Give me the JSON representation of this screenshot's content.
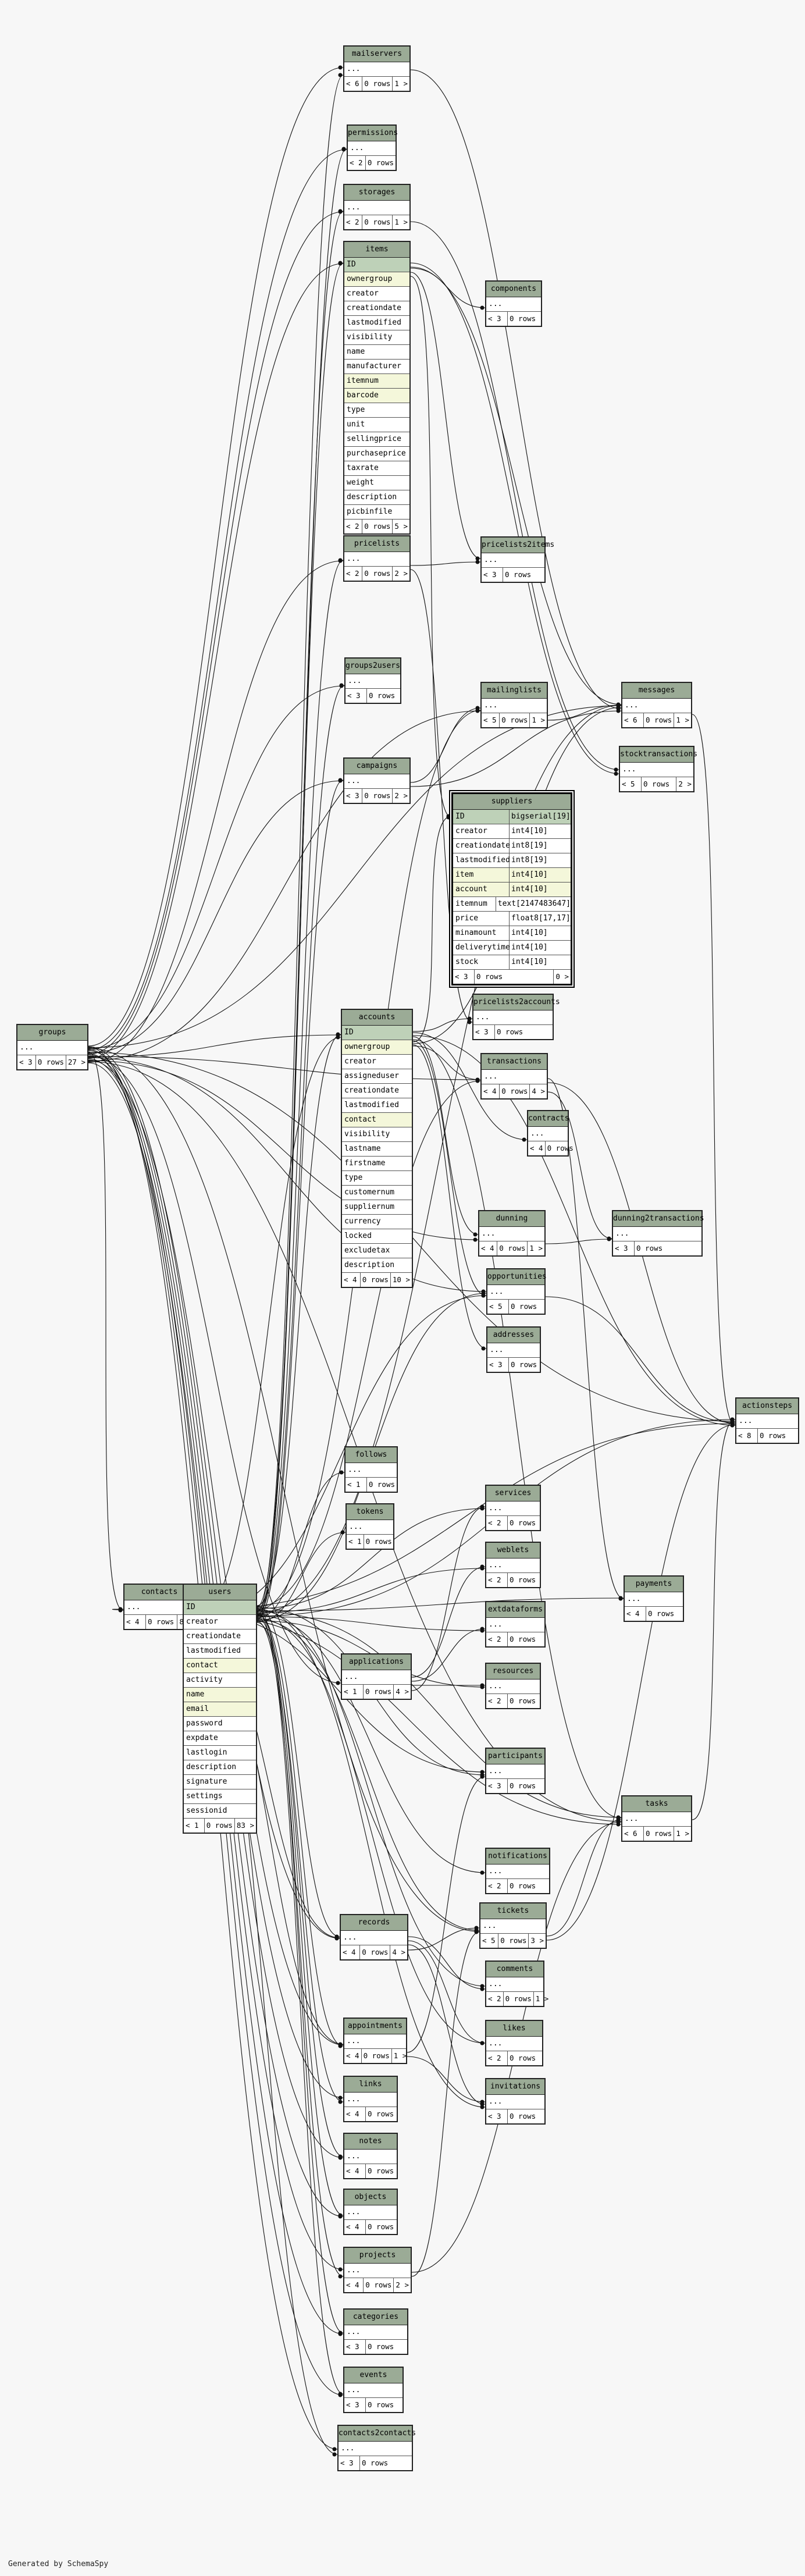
{
  "footer": "Generated by SchemaSpy",
  "tables": {
    "mailservers": {
      "name": "mailservers",
      "rows": [
        "..."
      ],
      "ftr": [
        "< 6",
        "0 rows",
        "1 >"
      ]
    },
    "permissions": {
      "name": "permissions",
      "rows": [
        "..."
      ],
      "ftr": [
        "< 2",
        "0 rows"
      ]
    },
    "storages": {
      "name": "storages",
      "rows": [
        "..."
      ],
      "ftr": [
        "< 2",
        "0 rows",
        "1 >"
      ]
    },
    "items": {
      "name": "items",
      "rows": [
        "ID",
        "ownergroup",
        "creator",
        "creationdate",
        "lastmodified",
        "visibility",
        "name",
        "manufacturer",
        "itemnum",
        "barcode",
        "type",
        "unit",
        "sellingprice",
        "purchaseprice",
        "taxrate",
        "weight",
        "description",
        "picbinfile"
      ],
      "ftr": [
        "< 2",
        "0 rows",
        "5 >"
      ]
    },
    "components": {
      "name": "components",
      "rows": [
        "..."
      ],
      "ftr": [
        "< 3",
        "0 rows"
      ]
    },
    "pricelists": {
      "name": "pricelists",
      "rows": [
        "..."
      ],
      "ftr": [
        "< 2",
        "0 rows",
        "2 >"
      ]
    },
    "pricelists2items": {
      "name": "pricelists2items",
      "rows": [
        "..."
      ],
      "ftr": [
        "< 3",
        "0 rows"
      ]
    },
    "groups2users": {
      "name": "groups2users",
      "rows": [
        "..."
      ],
      "ftr": [
        "< 3",
        "0 rows"
      ]
    },
    "mailinglists": {
      "name": "mailinglists",
      "rows": [
        "..."
      ],
      "ftr": [
        "< 5",
        "0 rows",
        "1 >"
      ]
    },
    "messages": {
      "name": "messages",
      "rows": [
        "..."
      ],
      "ftr": [
        "< 6",
        "0 rows",
        "1 >"
      ]
    },
    "campaigns": {
      "name": "campaigns",
      "rows": [
        "..."
      ],
      "ftr": [
        "< 3",
        "0 rows",
        "2 >"
      ]
    },
    "stocktransactions": {
      "name": "stocktransactions",
      "rows": [
        "..."
      ],
      "ftr": [
        "< 5",
        "0 rows",
        "2 >"
      ]
    },
    "suppliers": {
      "name": "suppliers",
      "rows": [
        [
          "ID",
          "bigserial[19]"
        ],
        [
          "creator",
          "int4[10]"
        ],
        [
          "creationdate",
          "int8[19]"
        ],
        [
          "lastmodified",
          "int8[19]"
        ],
        [
          "item",
          "int4[10]"
        ],
        [
          "account",
          "int4[10]"
        ],
        [
          "itemnum",
          "text[2147483647]"
        ],
        [
          "price",
          "float8[17,17]"
        ],
        [
          "minamount",
          "int4[10]"
        ],
        [
          "deliverytime",
          "int4[10]"
        ],
        [
          "stock",
          "int4[10]"
        ]
      ],
      "ftr": [
        "< 3",
        "0 rows",
        "0 >"
      ]
    },
    "groups": {
      "name": "groups",
      "rows": [
        "..."
      ],
      "ftr": [
        "< 3",
        "0 rows",
        "27 >"
      ]
    },
    "pricelists2accounts": {
      "name": "pricelists2accounts",
      "rows": [
        "..."
      ],
      "ftr": [
        "< 3",
        "0 rows"
      ]
    },
    "accounts": {
      "name": "accounts",
      "rows": [
        "ID",
        "ownergroup",
        "creator",
        "assigneduser",
        "creationdate",
        "lastmodified",
        "contact",
        "visibility",
        "lastname",
        "firstname",
        "type",
        "customernum",
        "suppliernum",
        "currency",
        "locked",
        "excludetax",
        "description"
      ],
      "ftr": [
        "< 4",
        "0 rows",
        "10 >"
      ]
    },
    "transactions": {
      "name": "transactions",
      "rows": [
        "..."
      ],
      "ftr": [
        "< 4",
        "0 rows",
        "4 >"
      ]
    },
    "contracts": {
      "name": "contracts",
      "rows": [
        "..."
      ],
      "ftr": [
        "< 4",
        "0 rows"
      ]
    },
    "dunning": {
      "name": "dunning",
      "rows": [
        "..."
      ],
      "ftr": [
        "< 4",
        "0 rows",
        "1 >"
      ]
    },
    "dunning2transactions": {
      "name": "dunning2transactions",
      "rows": [
        "..."
      ],
      "ftr": [
        "< 3",
        "0 rows"
      ]
    },
    "opportunities": {
      "name": "opportunities",
      "rows": [
        "..."
      ],
      "ftr": [
        "< 5",
        "0 rows"
      ]
    },
    "addresses": {
      "name": "addresses",
      "rows": [
        "..."
      ],
      "ftr": [
        "< 3",
        "0 rows"
      ]
    },
    "actionsteps": {
      "name": "actionsteps",
      "rows": [
        "..."
      ],
      "ftr": [
        "< 8",
        "0 rows"
      ]
    },
    "follows": {
      "name": "follows",
      "rows": [
        "..."
      ],
      "ftr": [
        "< 1",
        "0 rows"
      ]
    },
    "services": {
      "name": "services",
      "rows": [
        "..."
      ],
      "ftr": [
        "< 2",
        "0 rows"
      ]
    },
    "tokens": {
      "name": "tokens",
      "rows": [
        "..."
      ],
      "ftr": [
        "< 1",
        "0 rows"
      ]
    },
    "weblets": {
      "name": "weblets",
      "rows": [
        "..."
      ],
      "ftr": [
        "< 2",
        "0 rows"
      ]
    },
    "contacts": {
      "name": "contacts",
      "rows": [
        "..."
      ],
      "ftr": [
        "< 4",
        "0 rows",
        "8 >"
      ]
    },
    "users": {
      "name": "users",
      "rows": [
        "ID",
        "creator",
        "creationdate",
        "lastmodified",
        "contact",
        "activity",
        "name",
        "email",
        "password",
        "expdate",
        "lastlogin",
        "description",
        "signature",
        "settings",
        "sessionid"
      ],
      "ftr": [
        "< 1",
        "0 rows",
        "83 >"
      ]
    },
    "payments": {
      "name": "payments",
      "rows": [
        "..."
      ],
      "ftr": [
        "< 4",
        "0 rows"
      ]
    },
    "extdataforms": {
      "name": "extdataforms",
      "rows": [
        "..."
      ],
      "ftr": [
        "< 2",
        "0 rows"
      ]
    },
    "applications": {
      "name": "applications",
      "rows": [
        "..."
      ],
      "ftr": [
        "< 1",
        "0 rows",
        "4 >"
      ]
    },
    "resources": {
      "name": "resources",
      "rows": [
        "..."
      ],
      "ftr": [
        "< 2",
        "0 rows"
      ]
    },
    "participants": {
      "name": "participants",
      "rows": [
        "..."
      ],
      "ftr": [
        "< 3",
        "0 rows"
      ]
    },
    "tasks": {
      "name": "tasks",
      "rows": [
        "..."
      ],
      "ftr": [
        "< 6",
        "0 rows",
        "1 >"
      ]
    },
    "notifications": {
      "name": "notifications",
      "rows": [
        "..."
      ],
      "ftr": [
        "< 2",
        "0 rows"
      ]
    },
    "tickets": {
      "name": "tickets",
      "rows": [
        "..."
      ],
      "ftr": [
        "< 5",
        "0 rows",
        "3 >"
      ]
    },
    "records": {
      "name": "records",
      "rows": [
        "..."
      ],
      "ftr": [
        "< 4",
        "0 rows",
        "4 >"
      ]
    },
    "comments": {
      "name": "comments",
      "rows": [
        "..."
      ],
      "ftr": [
        "< 2",
        "0 rows",
        "1 >"
      ]
    },
    "appointments": {
      "name": "appointments",
      "rows": [
        "..."
      ],
      "ftr": [
        "< 4",
        "0 rows",
        "1 >"
      ]
    },
    "likes": {
      "name": "likes",
      "rows": [
        "..."
      ],
      "ftr": [
        "< 2",
        "0 rows"
      ]
    },
    "links": {
      "name": "links",
      "rows": [
        "..."
      ],
      "ftr": [
        "< 4",
        "0 rows"
      ]
    },
    "invitations": {
      "name": "invitations",
      "rows": [
        "..."
      ],
      "ftr": [
        "< 3",
        "0 rows"
      ]
    },
    "notes": {
      "name": "notes",
      "rows": [
        "..."
      ],
      "ftr": [
        "< 4",
        "0 rows"
      ]
    },
    "objects": {
      "name": "objects",
      "rows": [
        "..."
      ],
      "ftr": [
        "< 4",
        "0 rows"
      ]
    },
    "projects": {
      "name": "projects",
      "rows": [
        "..."
      ],
      "ftr": [
        "< 4",
        "0 rows",
        "2 >"
      ]
    },
    "categories": {
      "name": "categories",
      "rows": [
        "..."
      ],
      "ftr": [
        "< 3",
        "0 rows"
      ]
    },
    "events": {
      "name": "events",
      "rows": [
        "..."
      ],
      "ftr": [
        "< 3",
        "0 rows"
      ]
    },
    "contacts2contacts": {
      "name": "contacts2contacts",
      "rows": [
        "..."
      ],
      "ftr": [
        "< 3",
        "0 rows"
      ]
    }
  }
}
